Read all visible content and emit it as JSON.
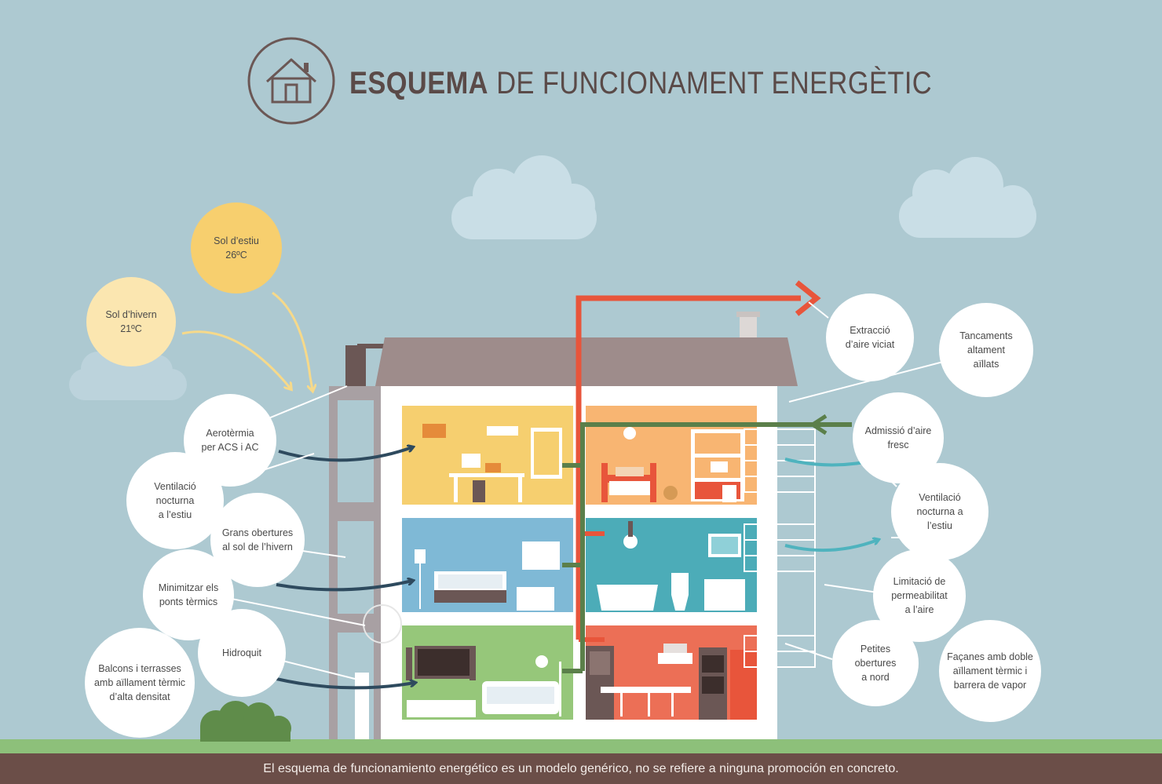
{
  "title": {
    "bold": "ESQUEMA",
    "rest": "DE FUNCIONAMENT ENERGÈTIC"
  },
  "icons": {
    "header": "house-icon"
  },
  "suns": {
    "summer": "Sol d’estiu\n26ºC",
    "winter": "Sol d’hivern\n21ºC"
  },
  "labels": {
    "aerotermia": "Aerotèrmia\nper ACS i AC",
    "ventilacio_left": "Ventilació\nnocturna\na l’estiu",
    "grans_obertures": "Grans obertures\nal sol de l’hivern",
    "minimitzar": "Minimitzar els\nponts tèrmics",
    "hidroquit": "Hidroquit",
    "balcons": "Balcons i terrasses\namb aïllament tèrmic\nd’alta densitat",
    "extraccio": "Extracció\nd’aire viciat",
    "tancaments": "Tancaments\naltament\naïllats",
    "admissio": "Admissió d’aire\nfresc",
    "ventilacio_right": "Ventilació\nnocturna a\nl’estiu",
    "limitacio": "Limitació de\npermeabilitat\na l’aire",
    "petites": "Petites\nobertures\na nord",
    "facanes": "Façanes amb doble\naïllament tèrmic i\nbarrera de vapor"
  },
  "footer": "El esquema de funcionamiento energético es un modelo genérico, no se refiere a ninguna promoción en concreto.",
  "colors": {
    "sky": "#adc9d1",
    "roof": "#9e8c8b",
    "ground": "#8dc07a",
    "soil": "#6b4e48",
    "hot_air": "#e8553b",
    "fresh_air": "#5b7f4a",
    "cool_air": "#4fb3be",
    "arrow_dark": "#2e4a5e",
    "title": "#5a4a48"
  }
}
